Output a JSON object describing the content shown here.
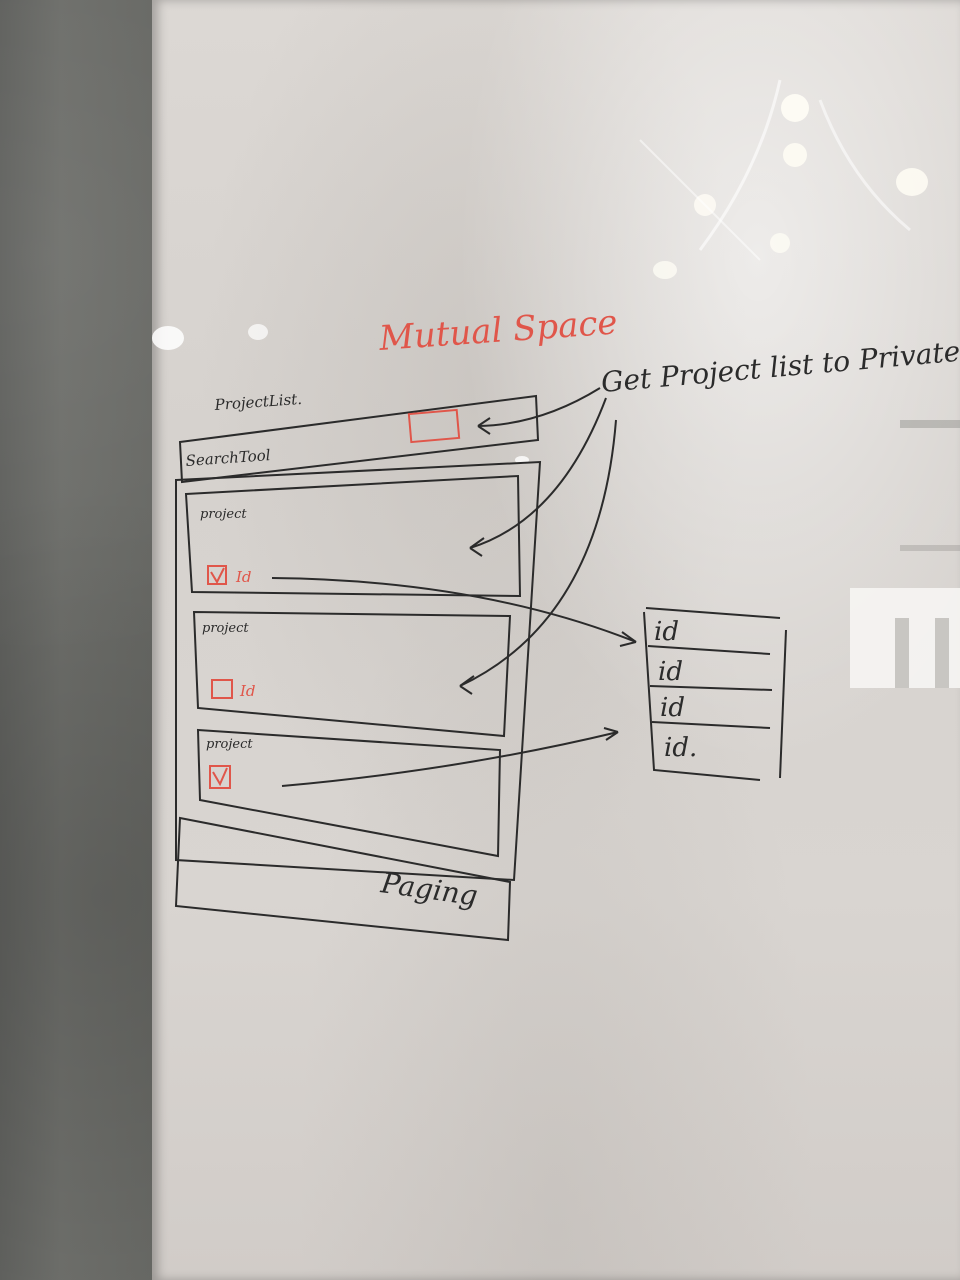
{
  "board": {
    "title": "Mutual Space",
    "note": "Get Project list to Private",
    "project_list_label": "ProjectList.",
    "search_tool_label": "SearchTool",
    "paging_label": "Paging",
    "projects": [
      {
        "label": "project",
        "checkbox": "checked",
        "id_label": "Id"
      },
      {
        "label": "project",
        "checkbox": "unchecked",
        "id_label": "Id"
      },
      {
        "label": "project",
        "checkbox": "checked",
        "id_label": ""
      }
    ],
    "id_list": [
      "id",
      "id",
      "id",
      "id."
    ]
  },
  "colors": {
    "black_ink": "#2b2b2b",
    "red_ink": "#e0564a",
    "board": "#d8d4d0",
    "wall": "#696a66"
  }
}
